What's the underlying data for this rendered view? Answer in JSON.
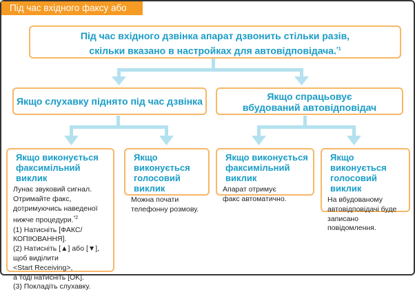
{
  "header": {
    "tab_title": "Під час вхідного факсу або дзвінка"
  },
  "colors": {
    "accent_orange": "#f59a23",
    "box_border": "#f7b766",
    "title_blue": "#1a9cc6",
    "arrow_blue": "#b3e1ef"
  },
  "top": {
    "line1": "Під час вхідного дзвінка апарат дзвонить стільки разів,",
    "line2": "скільки вказано в настройках для автовідповідача.",
    "footnote": "*1"
  },
  "branches": {
    "left": {
      "title": "Якщо слухавку піднято під час дзвінка"
    },
    "right": {
      "title_line1": "Якщо спрацьовує",
      "title_line2": "вбудований автовідповідач"
    }
  },
  "leaves": [
    {
      "title_line1": "Якщо виконується",
      "title_line2": "факсимільний виклик",
      "body_lines": [
        "Лунає звуковий сигнал.",
        "Отримайте факс,",
        "дотримуючись наведеної",
        "нижче процедури.",
        "(1) Натисніть [ФАКС/",
        "КОПІЮВАННЯ].",
        "(2) Натисніть [▲] або [▼],",
        "щоб виділити",
        "<Start Receiving>,",
        "а тоді натисніть [OK].",
        "(3) Покладіть слухавку."
      ],
      "footnote": "*2"
    },
    {
      "title_line1": "Якщо виконується",
      "title_line2": "голосовий виклик",
      "body_lines": [
        "Можна почати",
        "телефонну розмову."
      ]
    },
    {
      "title_line1": "Якщо виконується",
      "title_line2": "факсимільний виклик",
      "body_lines": [
        "Апарат отримує",
        "факс автоматично."
      ]
    },
    {
      "title_line1": "Якщо виконується",
      "title_line2": "голосовий виклик",
      "body_lines": [
        "На вбудованому",
        "автовідповідачі буде",
        "записано",
        "повідомлення."
      ]
    }
  ]
}
